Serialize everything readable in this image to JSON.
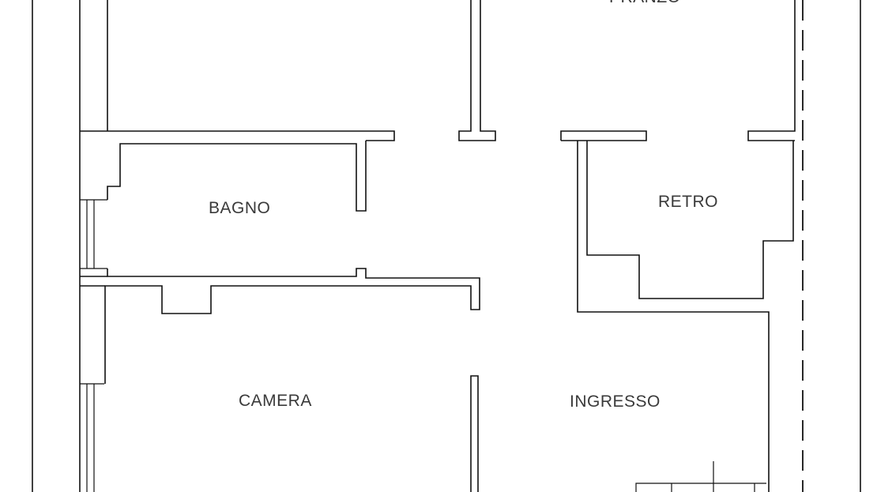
{
  "rooms": {
    "pranzo": "PRANZO",
    "bagno": "BAGNO",
    "retro": "RETRO",
    "camera": "CAMERA",
    "ingresso": "INGRESSO"
  },
  "colors": {
    "line": "#111111",
    "label": "#3a3a3a",
    "background": "#ffffff"
  }
}
